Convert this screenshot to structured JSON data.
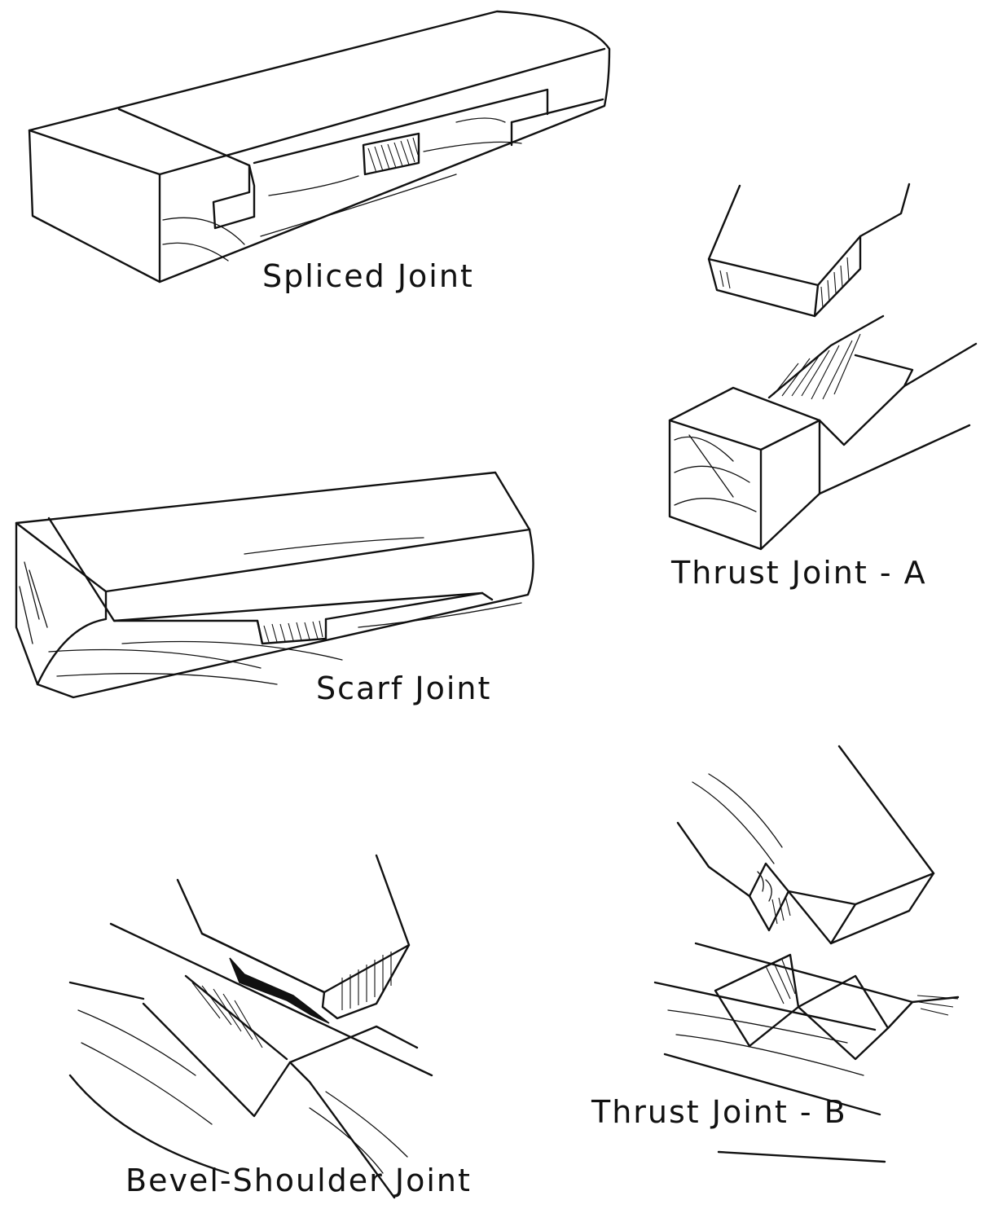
{
  "labels": {
    "spliced": "Spliced Joint",
    "thrust_a": "Thrust Joint - A",
    "scarf": "Scarf Joint",
    "thrust_b": "Thrust Joint - B",
    "bevel": "Bevel-Shoulder Joint"
  },
  "ink_color": "#111111"
}
